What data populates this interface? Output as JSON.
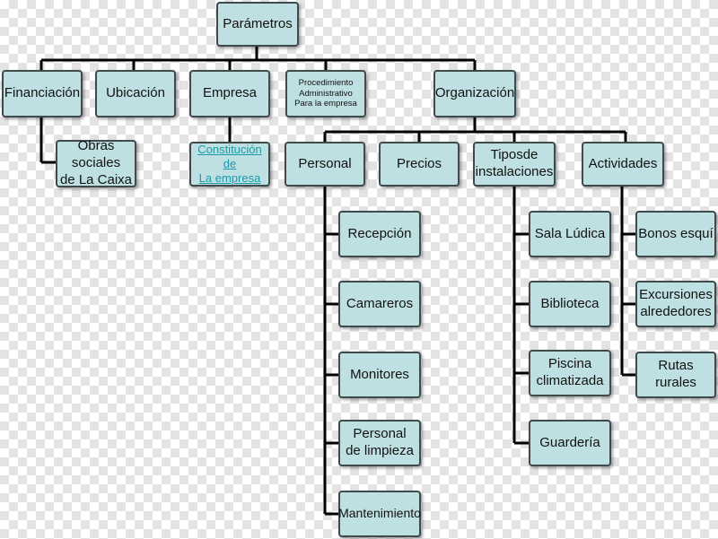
{
  "diagram": {
    "root": "Parámetros",
    "level1": {
      "financiacion": "Financiación",
      "ubicacion": "Ubicación",
      "empresa": "Empresa",
      "procedimiento": "Procedimiento\nAdministrativo\nPara la empresa",
      "organizacion": "Organización"
    },
    "financiacion_children": {
      "obras": "Obras\nsociales\nde La Caixa"
    },
    "empresa_children": {
      "constitucion": "Constitución de\nLa empresa"
    },
    "organizacion_children": {
      "personal": "Personal",
      "precios": "Precios",
      "tipos": "Tiposde\ninstalaciones",
      "actividades": "Actividades"
    },
    "personal_children": {
      "recepcion": "Recepción",
      "camareros": "Camareros",
      "monitores": "Monitores",
      "limpieza": "Personal\nde limpieza",
      "mantenimiento": "Mantenimiento"
    },
    "tipos_children": {
      "sala": "Sala Lúdica",
      "biblioteca": "Biblioteca",
      "piscina": "Piscina\nclimatizada",
      "guarderia": "Guardería"
    },
    "actividades_children": {
      "bonos": "Bonos esquí",
      "excursiones": "Excursiones\nalrededores",
      "rutas": "Rutas rurales"
    }
  },
  "colors": {
    "node_fill": "#bfe0e2",
    "node_border": "#3e4a4c",
    "connector": "#000000",
    "link_text": "#1a9aa8"
  }
}
